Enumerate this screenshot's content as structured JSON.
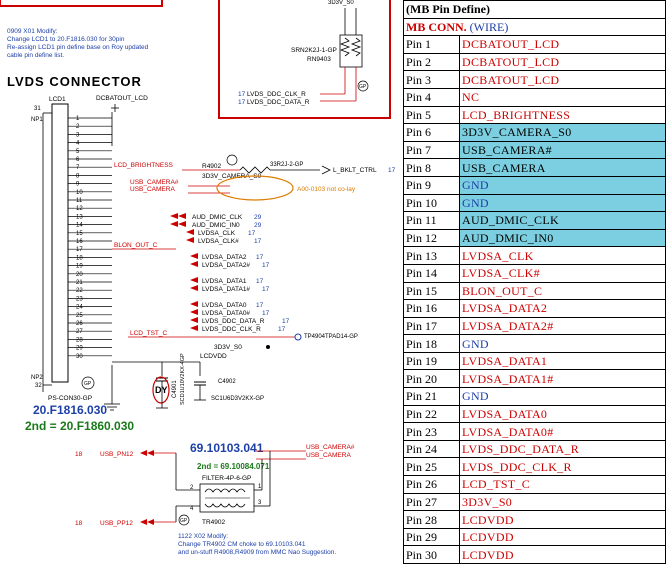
{
  "colors": {
    "red": "#cc0000",
    "blue": "#1d3fa8",
    "green": "#1a7a1a",
    "orange": "#e07b00",
    "cyan": "#7ccfe0",
    "black": "#000000"
  },
  "notes": {
    "top": [
      "0909 X01 Modify:",
      "Change LCD1 to 20.F1816.030 for 30pin",
      "Re-assign LCD1 pin define base on Roy updated",
      "cable pin define list."
    ],
    "bottom": [
      "1122 X02 Modify:",
      "Change TR4902 CM choke to 69.10103.041",
      "and un-stuff R4908,R4909 from MMC Nao Suggestion."
    ]
  },
  "title": "LVDS CONNECTOR",
  "connector": {
    "ref": "LCD1",
    "partno": "PS-CON30-GP",
    "part1": "20.F1816.030",
    "part2": "2nd = 20.F1860.030",
    "np_top": "NP1",
    "np_bot": "NP2",
    "pin31": "31",
    "pin32": "32"
  },
  "pin_numbers": [
    "1",
    "2",
    "3",
    "4",
    "5",
    "6",
    "7",
    "8",
    "9",
    "10",
    "11",
    "12",
    "13",
    "14",
    "15",
    "16",
    "17",
    "18",
    "19",
    "20",
    "21",
    "22",
    "23",
    "24",
    "25",
    "26",
    "27",
    "28",
    "29",
    "30"
  ],
  "nets": {
    "dcbatout": "DCBATOUT_LCD",
    "lcd_bright": "LCD_BRIGHTNESS",
    "v3d3": "3D3V_CAMERA_S0",
    "usbcam_n": "USB_CAMERA#",
    "usbcam": "USB_CAMERA",
    "aud_clk": "AUD_DMIC_CLK",
    "aud_in0": "AUD_DMIC_IN0",
    "lvdsa_clk": "LVDSA_CLK",
    "lvdsa_clkn": "LVDSA_CLK#",
    "blon": "BLON_OUT_C",
    "data2": "LVDSA_DATA2",
    "data2n": "LVDSA_DATA2#",
    "data1": "LVDSA_DATA1",
    "data1n": "LVDSA_DATA1#",
    "data0": "LVDSA_DATA0",
    "data0n": "LVDSA_DATA0#",
    "ddc_data": "LVDS_DDC_DATA_R",
    "ddc_clk": "LVDS_DDC_CLK_R",
    "lcdtst": "LCD_TST_C",
    "v3d3s0": "3D3V_S0",
    "lcdvdd": "LCDVDD",
    "lbkt": "L_BKLT_CTRL",
    "tp": "TP4904TPAD14-GP",
    "usb_pn12": "USB_PN12",
    "usb_pp12": "USB_PP12"
  },
  "refs": {
    "p17a": "17",
    "p17b": "17",
    "p29a": "29",
    "p29b": "29",
    "p17c": "17",
    "p17d": "17",
    "p17e": "17",
    "p17f": "17",
    "p17g": "17",
    "p17h": "17",
    "p17i": "17",
    "p17j": "17",
    "p17k": "17",
    "p17l": "17",
    "p17m": "17",
    "p17n": "17",
    "p17o": "17",
    "p17p": "17",
    "p18a": "18",
    "p18b": "18"
  },
  "parts": {
    "r4902": "R4902",
    "r4902val": "33R2J-2-GP",
    "srn": "SRN2K2J-1-GP",
    "rn": "RN9403",
    "v3d3top": "3D3V_S0",
    "c4901": "C4901",
    "c4901v": "SCD1U10V2KX-4GP",
    "c4902": "C4902",
    "c4902v": "SC1U6D3V2KX-GP",
    "choke": "69.10103.041",
    "choke2": "2nd = 69.10084.071",
    "filter": "FILTER-4P-6-GP",
    "tr": "TR4902",
    "gp": "GP",
    "dy": "DY"
  },
  "annot": {
    "nocolay": "A00-0103 not co-lay"
  },
  "table": {
    "header1": "(MB Pin Define)",
    "header2_red": "MB CONN.",
    "header2_blue": "(WIRE)",
    "rows": [
      {
        "pin": "Pin 1",
        "signal": "DCBATOUT_LCD",
        "color": "red",
        "hl": false
      },
      {
        "pin": "Pin 2",
        "signal": "DCBATOUT_LCD",
        "color": "red",
        "hl": false
      },
      {
        "pin": "Pin 3",
        "signal": "DCBATOUT_LCD",
        "color": "red",
        "hl": false
      },
      {
        "pin": "Pin 4",
        "signal": "NC",
        "color": "red",
        "hl": false
      },
      {
        "pin": "Pin 5",
        "signal": "LCD_BRIGHTNESS",
        "color": "red",
        "hl": false
      },
      {
        "pin": "Pin 6",
        "signal": "3D3V_CAMERA_S0",
        "color": "black",
        "hl": true
      },
      {
        "pin": "Pin 7",
        "signal": "USB_CAMERA#",
        "color": "black",
        "hl": true
      },
      {
        "pin": "Pin 8",
        "signal": "USB_CAMERA",
        "color": "black",
        "hl": true
      },
      {
        "pin": "Pin 9",
        "signal": "GND",
        "color": "blue",
        "hl": true
      },
      {
        "pin": "Pin 10",
        "signal": "GND",
        "color": "blue",
        "hl": true
      },
      {
        "pin": "Pin 11",
        "signal": "AUD_DMIC_CLK",
        "color": "black",
        "hl": true
      },
      {
        "pin": "Pin 12",
        "signal": "AUD_DMIC_IN0",
        "color": "black",
        "hl": true
      },
      {
        "pin": "Pin 13",
        "signal": "LVDSA_CLK",
        "color": "red",
        "hl": false
      },
      {
        "pin": "Pin 14",
        "signal": "LVDSA_CLK#",
        "color": "red",
        "hl": false
      },
      {
        "pin": "Pin 15",
        "signal": "BLON_OUT_C",
        "color": "red",
        "hl": false
      },
      {
        "pin": "Pin 16",
        "signal": "LVDSA_DATA2",
        "color": "red",
        "hl": false
      },
      {
        "pin": "Pin 17",
        "signal": "LVDSA_DATA2#",
        "color": "red",
        "hl": false
      },
      {
        "pin": "Pin 18",
        "signal": "GND",
        "color": "blue",
        "hl": false
      },
      {
        "pin": "Pin 19",
        "signal": "LVDSA_DATA1",
        "color": "red",
        "hl": false
      },
      {
        "pin": "Pin 20",
        "signal": "LVDSA_DATA1#",
        "color": "red",
        "hl": false
      },
      {
        "pin": "Pin 21",
        "signal": "GND",
        "color": "blue",
        "hl": false
      },
      {
        "pin": "Pin 22",
        "signal": "LVDSA_DATA0",
        "color": "red",
        "hl": false
      },
      {
        "pin": "Pin 23",
        "signal": "LVDSA_DATA0#",
        "color": "red",
        "hl": false
      },
      {
        "pin": "Pin 24",
        "signal": "LVDS_DDC_DATA_R",
        "color": "red",
        "hl": false
      },
      {
        "pin": "Pin 25",
        "signal": "LVDS_DDC_CLK_R",
        "color": "red",
        "hl": false
      },
      {
        "pin": "Pin 26",
        "signal": "LCD_TST_C",
        "color": "red",
        "hl": false
      },
      {
        "pin": "Pin 27",
        "signal": "3D3V_S0",
        "color": "red",
        "hl": false
      },
      {
        "pin": "Pin 28",
        "signal": "LCDVDD",
        "color": "red",
        "hl": false
      },
      {
        "pin": "Pin 29",
        "signal": "LCDVDD",
        "color": "red",
        "hl": false
      },
      {
        "pin": "Pin 30",
        "signal": "LCDVDD",
        "color": "red",
        "hl": false
      }
    ]
  }
}
